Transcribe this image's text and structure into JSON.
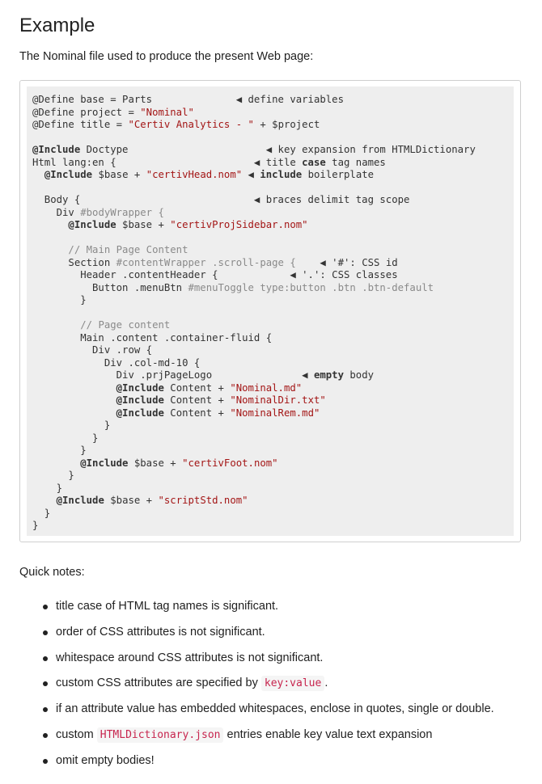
{
  "heading": "Example",
  "intro": "The Nominal file used to produce the present Web page:",
  "code_lines": [
    [
      {
        "t": "@Define base = Parts              "
      },
      {
        "t": "◀ define variables"
      }
    ],
    [
      {
        "t": "@Define project = "
      },
      {
        "t": "\"Nominal\"",
        "c": "s"
      }
    ],
    [
      {
        "t": "@Define title = "
      },
      {
        "t": "\"Certiv Analytics - \"",
        "c": "s"
      },
      {
        "t": " + $project"
      }
    ],
    [
      {
        "t": ""
      }
    ],
    [
      {
        "t": "@Include",
        "c": "k"
      },
      {
        "t": " Doctype                       ◀ key expansion from HTMLDictionary"
      }
    ],
    [
      {
        "t": "Html lang:en {                       ◀ title "
      },
      {
        "t": "case",
        "c": "b"
      },
      {
        "t": " tag names"
      }
    ],
    [
      {
        "t": "  "
      },
      {
        "t": "@Include",
        "c": "k"
      },
      {
        "t": " $base + "
      },
      {
        "t": "\"certivHead.nom\"",
        "c": "s"
      },
      {
        "t": " ◀ "
      },
      {
        "t": "include",
        "c": "b"
      },
      {
        "t": " boilerplate"
      }
    ],
    [
      {
        "t": ""
      }
    ],
    [
      {
        "t": "  Body {                             ◀ braces delimit tag scope"
      }
    ],
    [
      {
        "t": "    Div "
      },
      {
        "t": "#bodyWrapper {",
        "c": "c"
      }
    ],
    [
      {
        "t": "      "
      },
      {
        "t": "@Include",
        "c": "k"
      },
      {
        "t": " $base + "
      },
      {
        "t": "\"certivProjSidebar.nom\"",
        "c": "s"
      }
    ],
    [
      {
        "t": ""
      }
    ],
    [
      {
        "t": "      "
      },
      {
        "t": "// Main Page Content",
        "c": "c"
      }
    ],
    [
      {
        "t": "      Section "
      },
      {
        "t": "#contentWrapper .scroll-page {",
        "c": "c"
      },
      {
        "t": "    ◀ '#': CSS id"
      }
    ],
    [
      {
        "t": "        Header .contentHeader {            ◀ '.': CSS classes"
      }
    ],
    [
      {
        "t": "          Button .menuBtn "
      },
      {
        "t": "#menuToggle type:button .btn .btn-default",
        "c": "c"
      }
    ],
    [
      {
        "t": "        }"
      }
    ],
    [
      {
        "t": ""
      }
    ],
    [
      {
        "t": "        "
      },
      {
        "t": "// Page content",
        "c": "c"
      }
    ],
    [
      {
        "t": "        Main .content .container-fluid {"
      }
    ],
    [
      {
        "t": "          Div .row {"
      }
    ],
    [
      {
        "t": "            Div .col-md-10 {"
      }
    ],
    [
      {
        "t": "              Div .prjPageLogo               ◀ "
      },
      {
        "t": "empty",
        "c": "b"
      },
      {
        "t": " body"
      }
    ],
    [
      {
        "t": "              "
      },
      {
        "t": "@Include",
        "c": "k"
      },
      {
        "t": " Content + "
      },
      {
        "t": "\"Nominal.md\"",
        "c": "s"
      }
    ],
    [
      {
        "t": "              "
      },
      {
        "t": "@Include",
        "c": "k"
      },
      {
        "t": " Content + "
      },
      {
        "t": "\"NominalDir.txt\"",
        "c": "s"
      }
    ],
    [
      {
        "t": "              "
      },
      {
        "t": "@Include",
        "c": "k"
      },
      {
        "t": " Content + "
      },
      {
        "t": "\"NominalRem.md\"",
        "c": "s"
      }
    ],
    [
      {
        "t": "            }"
      }
    ],
    [
      {
        "t": "          }"
      }
    ],
    [
      {
        "t": "        }"
      }
    ],
    [
      {
        "t": "        "
      },
      {
        "t": "@Include",
        "c": "k"
      },
      {
        "t": " $base + "
      },
      {
        "t": "\"certivFoot.nom\"",
        "c": "s"
      }
    ],
    [
      {
        "t": "      }"
      }
    ],
    [
      {
        "t": "    }"
      }
    ],
    [
      {
        "t": "    "
      },
      {
        "t": "@Include",
        "c": "k"
      },
      {
        "t": " $base + "
      },
      {
        "t": "\"scriptStd.nom\"",
        "c": "s"
      }
    ],
    [
      {
        "t": "  }"
      }
    ],
    [
      {
        "t": "}"
      }
    ]
  ],
  "quick_notes_label": "Quick notes:",
  "notes": [
    [
      {
        "t": "title case of HTML tag names is significant."
      }
    ],
    [
      {
        "t": "order of CSS attributes is not significant."
      }
    ],
    [
      {
        "t": "whitespace around CSS attributes is not significant."
      }
    ],
    [
      {
        "t": "custom CSS attributes are specified by "
      },
      {
        "t": "key:value",
        "code": true
      },
      {
        "t": "."
      }
    ],
    [
      {
        "t": "if an attribute value has embedded whitespaces, enclose in quotes, single or double."
      }
    ],
    [
      {
        "t": "custom "
      },
      {
        "t": "HTMLDictionary.json",
        "code": true
      },
      {
        "t": " entries enable key value text expansion"
      }
    ],
    [
      {
        "t": "omit empty bodies!"
      }
    ]
  ]
}
